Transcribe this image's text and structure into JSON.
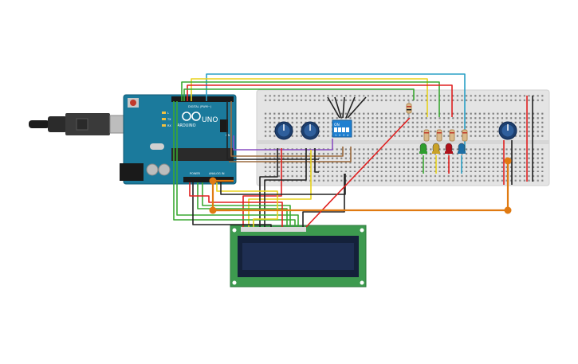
{
  "arduino": {
    "logo_text": "ARDUINO",
    "model_text": "UNO",
    "label_digital": "DIGITAL (PWM~)",
    "label_power": "POWER",
    "label_analog": "ANALOG IN",
    "label_tx": "TX",
    "label_rx": "RX",
    "label_l": "L",
    "label_on": "ON"
  },
  "dip_switch": {
    "label_on": "ON",
    "numbers": [
      "1",
      "2",
      "3",
      "4"
    ]
  },
  "leds": [
    {
      "color": "#2e9e2e"
    },
    {
      "color": "#c9a227"
    },
    {
      "color": "#b0101a"
    },
    {
      "color": "#1d6fa5"
    }
  ],
  "wire_colors": {
    "red": "#e02020",
    "black": "#222222",
    "green": "#3aa832",
    "yellow": "#e8d21c",
    "orange": "#e07a12",
    "purple": "#8a4fc2",
    "blue": "#2aa0c6",
    "brown": "#9b6a3d"
  }
}
